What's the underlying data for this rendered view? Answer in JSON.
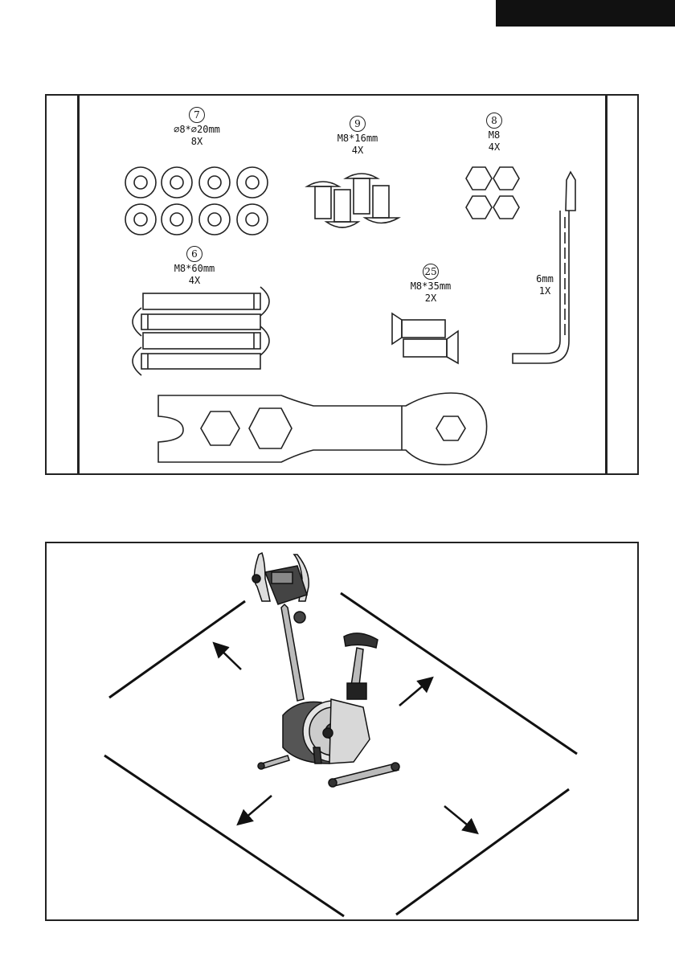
{
  "parts": [
    {
      "number": "7",
      "size": "⌀8*⌀20mm",
      "qty": "8X",
      "name": "washer"
    },
    {
      "number": "9",
      "size": "M8*16mm",
      "qty": "4X",
      "name": "bolt"
    },
    {
      "number": "8",
      "size": "M8",
      "qty": "4X",
      "name": "nut"
    },
    {
      "number": "6",
      "size": "M8*60mm",
      "qty": "4X",
      "name": "long-bolt"
    },
    {
      "number": "25",
      "size": "M8*35mm",
      "qty": "2X",
      "name": "countersunk-bolt"
    }
  ],
  "hex_key": {
    "size": "6mm",
    "qty": "1X"
  },
  "icons": [
    "washer-icon",
    "nut-icon",
    "bolt-icon",
    "hex-key-icon",
    "wrench-icon",
    "exercise-bike-icon",
    "arrow-icon"
  ],
  "colors": {
    "ink": "#222222",
    "header": "#111111"
  }
}
